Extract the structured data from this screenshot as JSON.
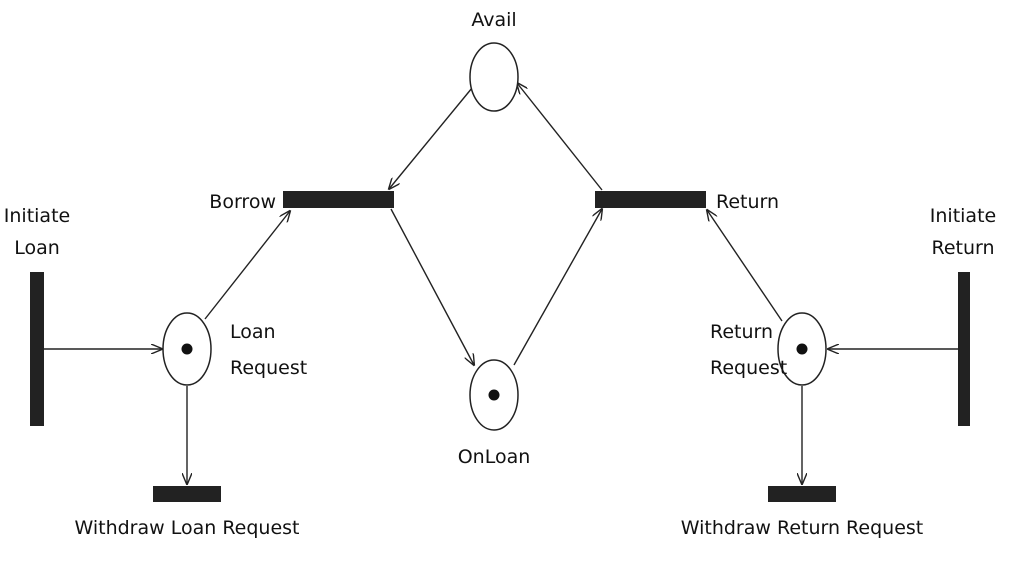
{
  "diagram": {
    "places": {
      "avail": {
        "label": "Avail",
        "tokens": 0
      },
      "loan_request": {
        "label_line1": "Loan",
        "label_line2": "Request",
        "tokens": 1
      },
      "onloan": {
        "label": "OnLoan",
        "tokens": 1
      },
      "return_request": {
        "label_line1": "Return",
        "label_line2": "Request",
        "tokens": 1
      }
    },
    "transitions": {
      "borrow": {
        "label": "Borrow"
      },
      "return": {
        "label": "Return"
      },
      "initiate_loan": {
        "label_line1": "Initiate",
        "label_line2": "Loan"
      },
      "initiate_return": {
        "label_line1": "Initiate",
        "label_line2": "Return"
      },
      "withdraw_loan_request": {
        "label": "Withdraw Loan Request"
      },
      "withdraw_return_request": {
        "label": "Withdraw Return Request"
      }
    },
    "colors": {
      "ink": "#222222",
      "background": "#ffffff"
    }
  }
}
